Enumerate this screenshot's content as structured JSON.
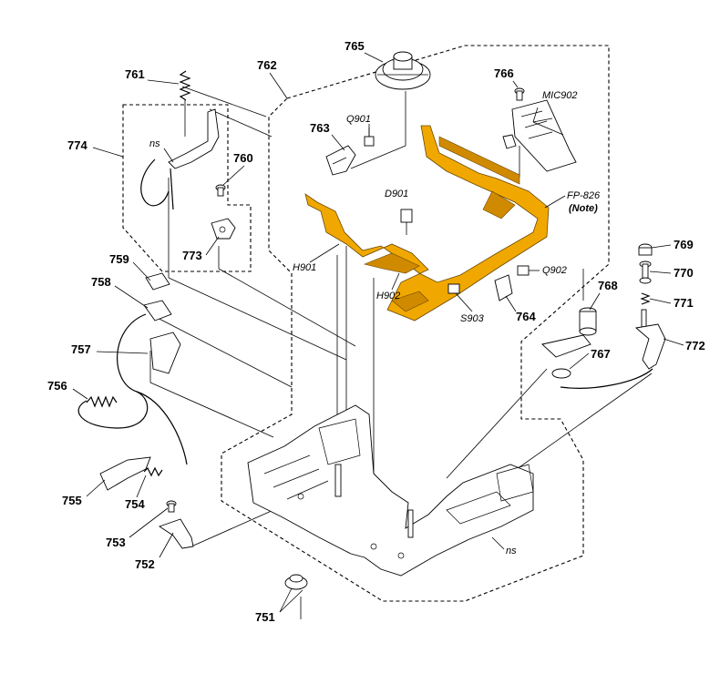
{
  "diagram": {
    "callouts": [
      {
        "id": "765",
        "text": "765"
      },
      {
        "id": "766",
        "text": "766"
      },
      {
        "id": "761",
        "text": "761"
      },
      {
        "id": "762",
        "text": "762"
      },
      {
        "id": "774",
        "text": "774"
      },
      {
        "id": "763",
        "text": "763"
      },
      {
        "id": "760",
        "text": "760"
      },
      {
        "id": "773",
        "text": "773"
      },
      {
        "id": "759",
        "text": "759"
      },
      {
        "id": "758",
        "text": "758"
      },
      {
        "id": "757",
        "text": "757"
      },
      {
        "id": "756",
        "text": "756"
      },
      {
        "id": "755",
        "text": "755"
      },
      {
        "id": "754",
        "text": "754"
      },
      {
        "id": "753",
        "text": "753"
      },
      {
        "id": "752",
        "text": "752"
      },
      {
        "id": "751",
        "text": "751"
      },
      {
        "id": "764",
        "text": "764"
      },
      {
        "id": "767",
        "text": "767"
      },
      {
        "id": "768",
        "text": "768"
      },
      {
        "id": "769",
        "text": "769"
      },
      {
        "id": "770",
        "text": "770"
      },
      {
        "id": "771",
        "text": "771"
      },
      {
        "id": "772",
        "text": "772"
      }
    ],
    "labels": [
      {
        "id": "Q901",
        "text": "Q901"
      },
      {
        "id": "MIC902",
        "text": "MIC902"
      },
      {
        "id": "ns1",
        "text": "ns"
      },
      {
        "id": "D901",
        "text": "D901"
      },
      {
        "id": "FP826",
        "text": "FP-826"
      },
      {
        "id": "Note",
        "text": "(Note)"
      },
      {
        "id": "H901",
        "text": "H901"
      },
      {
        "id": "H902",
        "text": "H902"
      },
      {
        "id": "S903",
        "text": "S903"
      },
      {
        "id": "Q902",
        "text": "Q902"
      },
      {
        "id": "ns2",
        "text": "ns"
      }
    ],
    "colors": {
      "flex_board": "#f0a800",
      "line": "#000000",
      "background": "#ffffff"
    }
  }
}
